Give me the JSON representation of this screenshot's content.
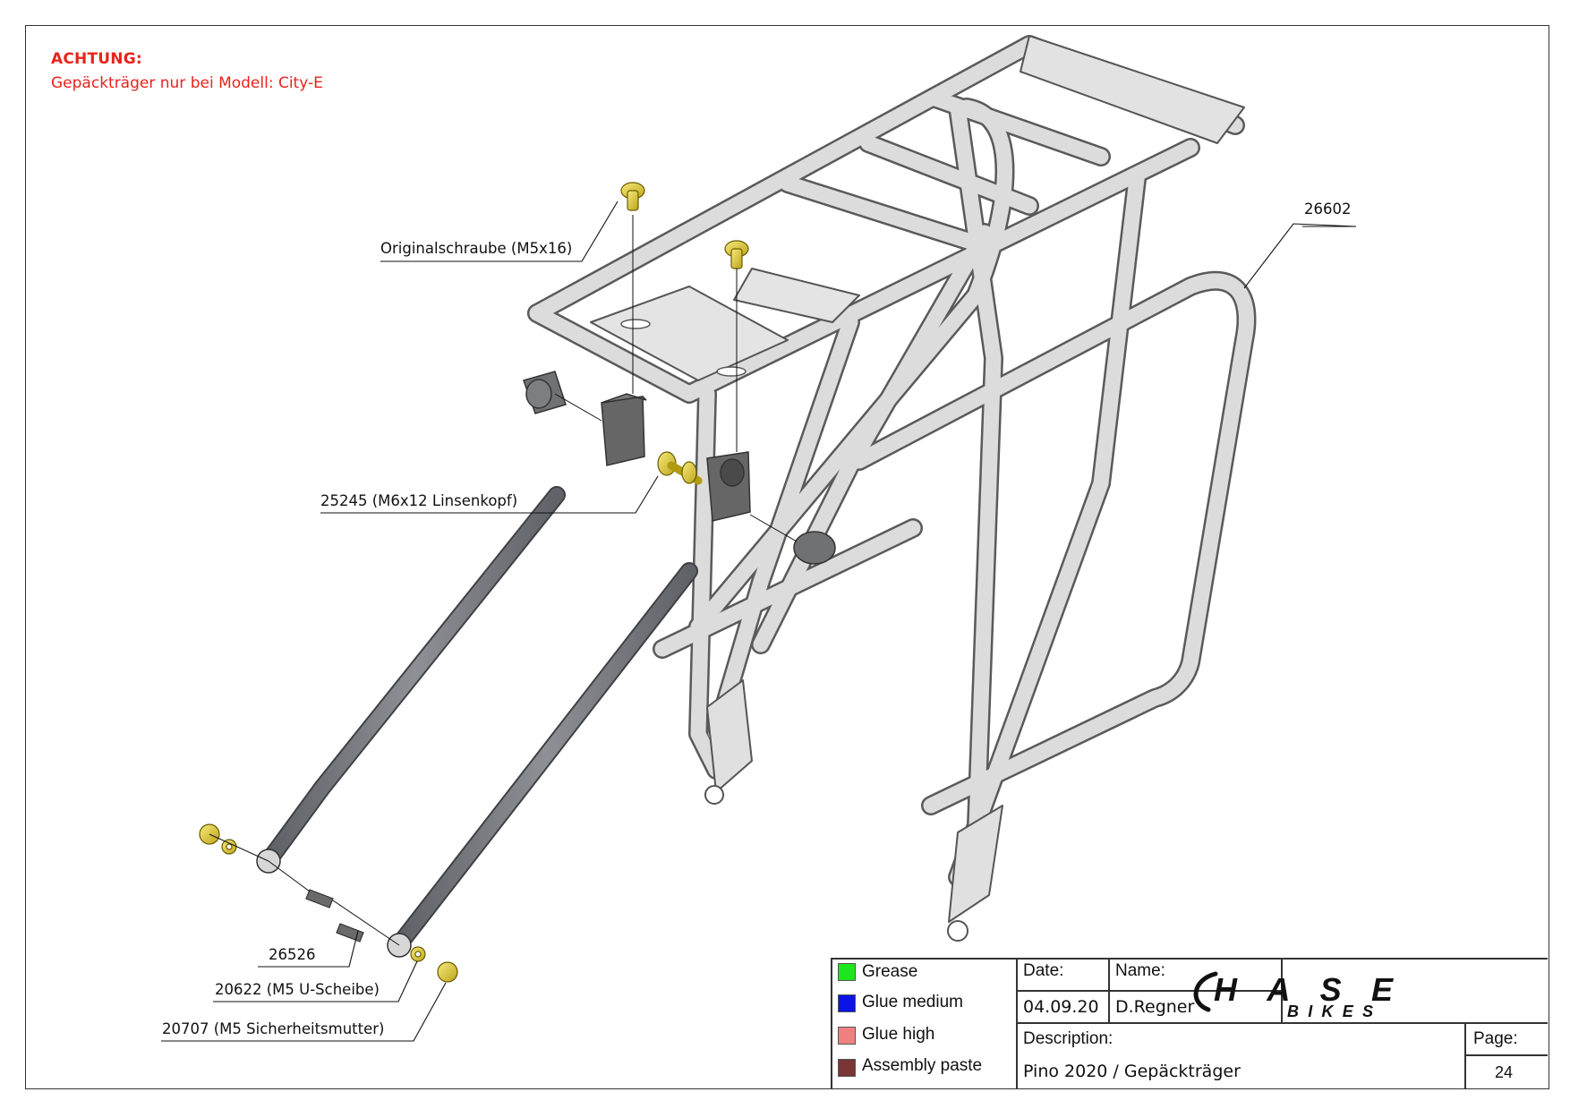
{
  "warning": {
    "title": "ACHTUNG:",
    "text": "Gepäckträger nur bei Modell: City-E"
  },
  "callouts": {
    "originalschraube": "Originalschraube (M5x16)",
    "part_26602": "26602",
    "part_25245": "25245 (M6x12 Linsenkopf)",
    "part_26526": "26526",
    "part_20622": "20622 (M5 U-Scheibe)",
    "part_20707": "20707 (M5 Sicherheitsmutter)"
  },
  "legend": [
    {
      "label": "Grease",
      "color": "#1ee61e"
    },
    {
      "label": "Glue medium",
      "color": "#0a14e6"
    },
    {
      "label": "Glue high",
      "color": "#f08080"
    },
    {
      "label": "Assembly paste",
      "color": "#7a3535"
    }
  ],
  "titleblock": {
    "date_label": "Date:",
    "date_value": "04.09.20",
    "name_label": "Name:",
    "name_value": "D.Regner",
    "description_label": "Description:",
    "description_value": "Pino 2020 / Gepäckträger",
    "page_label": "Page:",
    "page_value": "24",
    "logo_top": "HASE",
    "logo_bottom": "BIKES"
  },
  "colors": {
    "warning": "#e8231c",
    "rack": "#dcdcdc",
    "rack_outline": "#555555",
    "strut": "#7c7f84",
    "clamp": "#6e6f73",
    "screw": "#e6d33a"
  }
}
